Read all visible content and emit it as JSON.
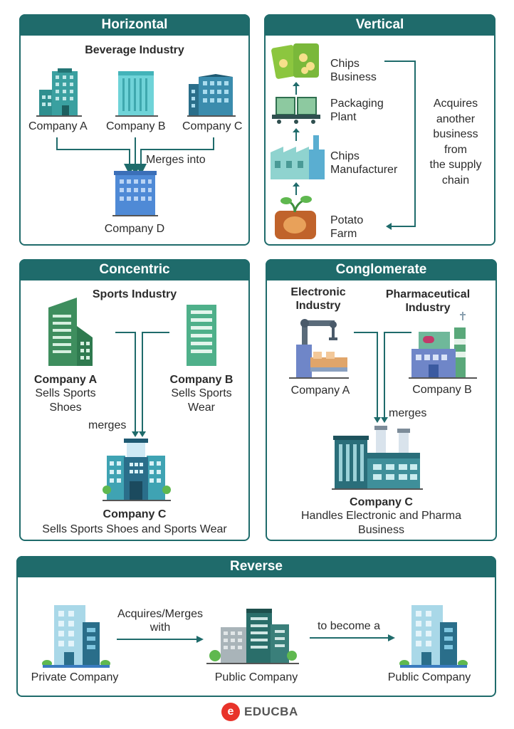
{
  "horizontal": {
    "title": "Horizontal",
    "industry": "Beverage Industry",
    "company_a": "Company A",
    "company_b": "Company B",
    "company_c": "Company C",
    "merge_label": "Merges into",
    "company_d": "Company D"
  },
  "vertical": {
    "title": "Vertical",
    "step1": "Chips\nBusiness",
    "step2": "Packaging\nPlant",
    "step3": "Chips\nManufacturer",
    "step4": "Potato\nFarm",
    "note": "Acquires\nanother\nbusiness\nfrom\nthe supply\nchain"
  },
  "concentric": {
    "title": "Concentric",
    "industry": "Sports Industry",
    "company_a": "Company A",
    "company_a_desc": "Sells Sports\nShoes",
    "company_b": "Company B",
    "company_b_desc": "Sells Sports\nWear",
    "merge_label": "merges",
    "company_c": "Company C",
    "company_c_desc": "Sells Sports Shoes and Sports Wear"
  },
  "conglomerate": {
    "title": "Conglomerate",
    "industry_a": "Electronic\nIndustry",
    "industry_b": "Pharmaceutical\nIndustry",
    "company_a": "Company A",
    "company_b": "Company B",
    "merge_label": "merges",
    "company_c": "Company C",
    "company_c_desc": "Handles Electronic and Pharma\nBusiness"
  },
  "reverse": {
    "title": "Reverse",
    "left": "Private Company",
    "arrow1_label": "Acquires/Merges\nwith",
    "middle": "Public Company",
    "arrow2_label": "to become a",
    "right": "Public Company"
  },
  "brand": {
    "logo_letter": "e",
    "name": "EDUCBA"
  },
  "colors": {
    "teal": "#1f6b6b",
    "building_blue": "#4f8ad6",
    "building_teal": "#2f8f8f",
    "green": "#3e8e5e"
  }
}
